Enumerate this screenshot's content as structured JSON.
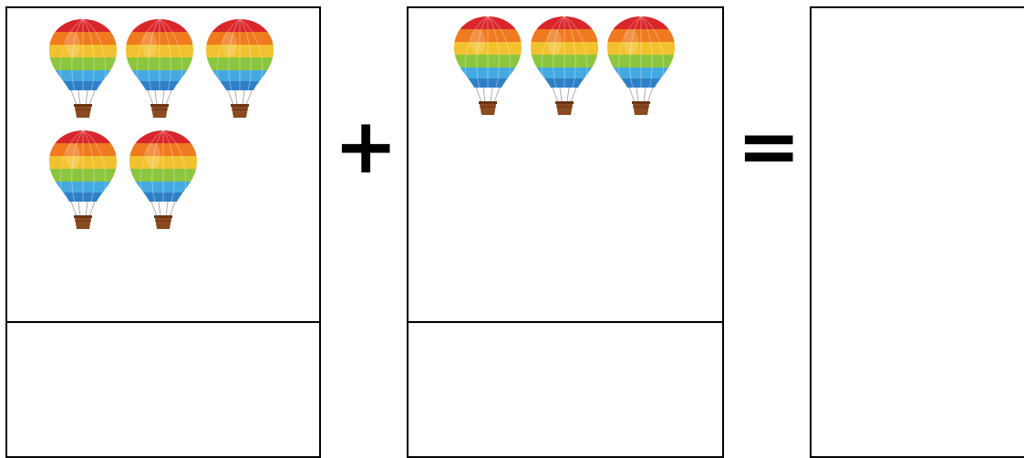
{
  "operator_plus": "+",
  "operator_equals": "=",
  "groups": [
    {
      "label": "first-addend",
      "balloon_count": 5,
      "answer_text": ""
    },
    {
      "label": "second-addend",
      "balloon_count": 3,
      "answer_text": ""
    }
  ],
  "result_box": {
    "answer_text": ""
  },
  "balloon_stripe_colors": [
    "#d9262b",
    "#f07a1f",
    "#f2c12e",
    "#8cc63f",
    "#45a9e1",
    "#2f7fc8"
  ],
  "basket_color": "#8b4a20",
  "icons": {
    "balloon": "hot-air-balloon-icon"
  }
}
